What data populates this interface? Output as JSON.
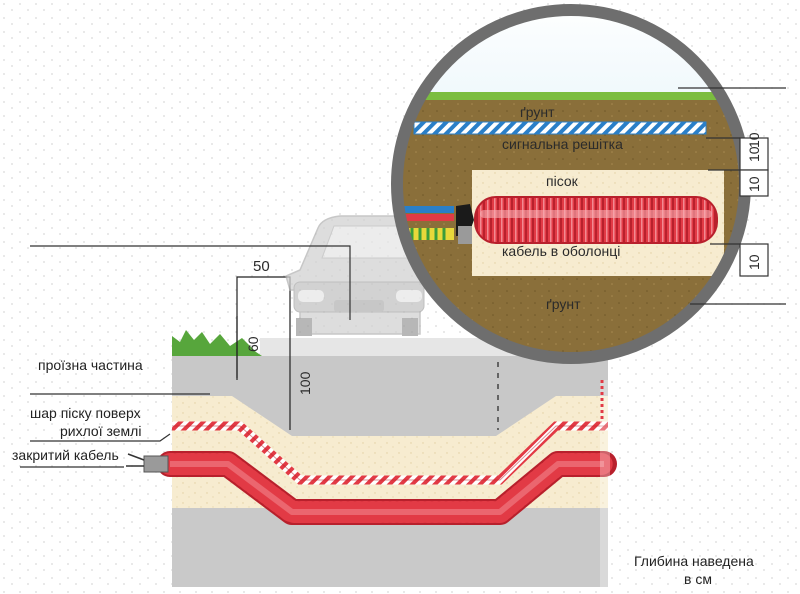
{
  "labels": {
    "roadway": "проїзна частина",
    "sand_layer_line1": "шар піску поверх",
    "sand_layer_line2": "рихлої землі",
    "covered_cable": "закритий кабель",
    "depth_note_line1": "Глибина наведена",
    "depth_note_line2": "в см"
  },
  "dimensions": {
    "width_50": "50",
    "depth_60": "60",
    "depth_100": "100"
  },
  "detail": {
    "soil_top": "ґрунт",
    "signal_grid": "сигнальна решітка",
    "sand": "пісок",
    "cable_sheath": "кабель в оболонці",
    "soil_bottom": "ґрунт",
    "dim_boxes": [
      "10",
      "10",
      "10",
      "10"
    ]
  },
  "colors": {
    "cable_red": "#e23a45",
    "sand": "#f7ecd0",
    "soil": "#8a6f3a",
    "asphalt": "#c8c8c8",
    "grass": "#57a63c",
    "sky": "#bfe3f3",
    "signal_grid_blue": "#2a7fc8"
  }
}
